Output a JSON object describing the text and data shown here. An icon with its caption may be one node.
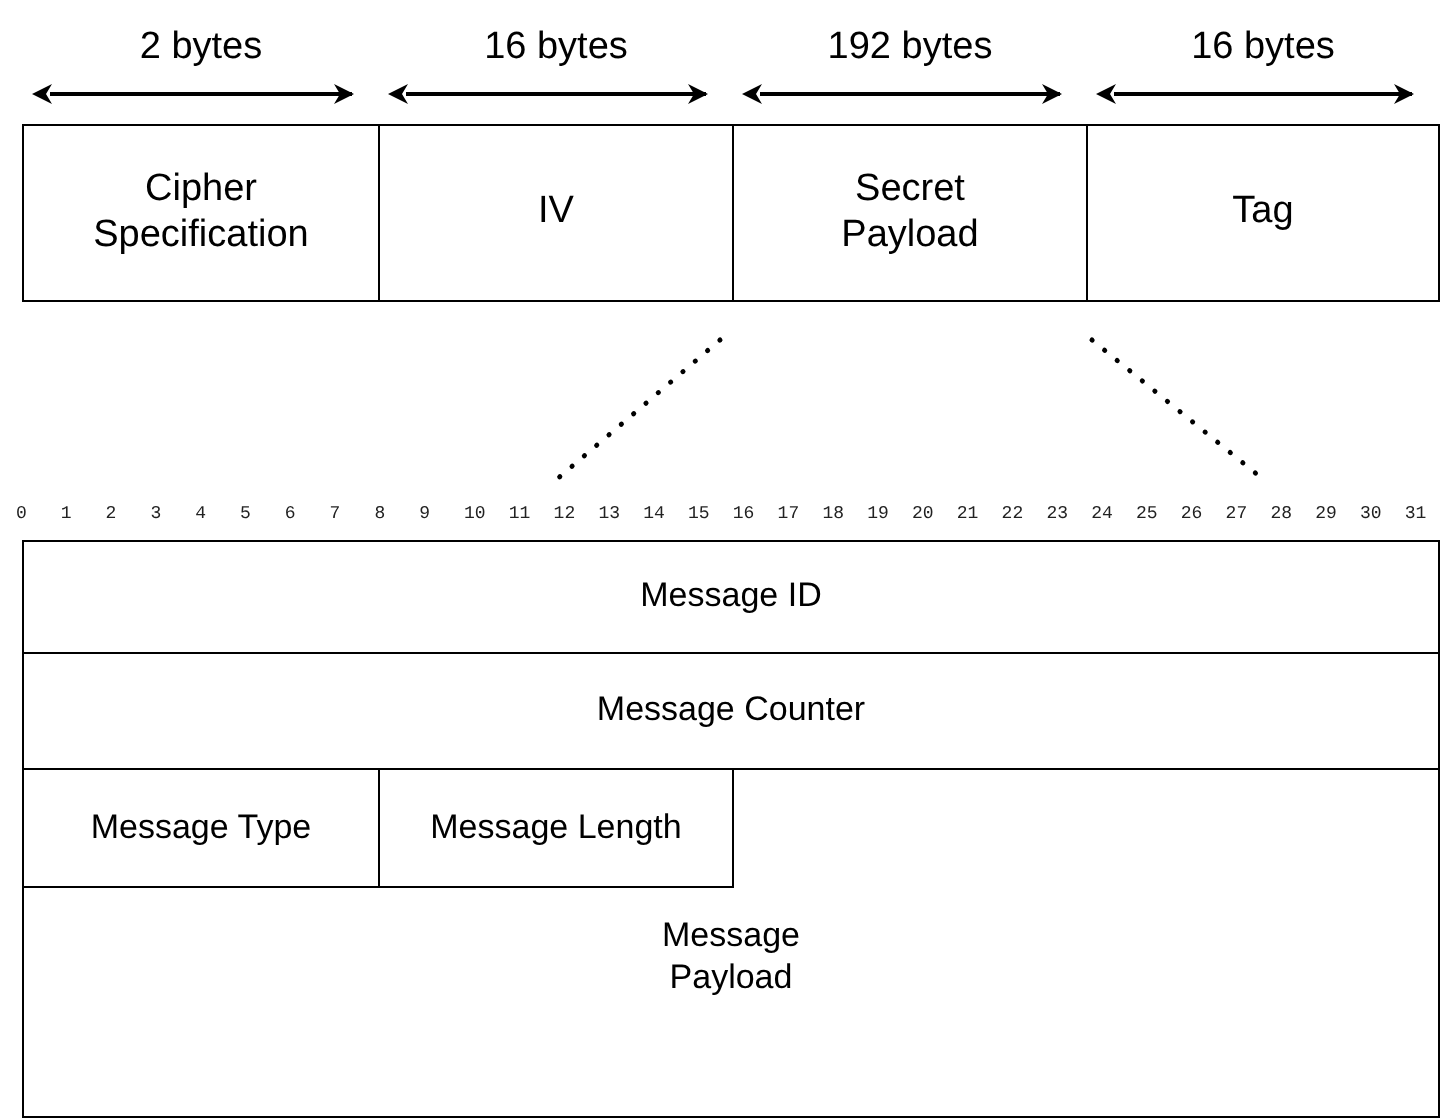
{
  "diagram": {
    "nodes": [
      {
        "text": [
          "Cipher Specification"
        ]
      },
      {
        "text": [
          "IV"
        ]
      },
      {
        "text": [
          "Secret Payload"
        ]
      },
      {
        "text": [
          "Tag"
        ]
      },
      {
        "text": [
          "Message ID"
        ]
      },
      {
        "text": [
          "Message Counter"
        ]
      },
      {
        "text": [
          "Message Payload"
        ]
      },
      {
        "text": [
          "Message Type"
        ],
        "in": 6
      },
      {
        "text": [
          "Message Length"
        ],
        "in": 6
      }
    ],
    "labels": [
      "2 bytes",
      "16 bytes",
      "192 bytes",
      "16 bytes",
      "0",
      "1",
      "2",
      "3",
      "4",
      "5",
      "6",
      "7",
      "8",
      "9",
      "10",
      "11",
      "12",
      "13",
      "14",
      "15",
      "16",
      "17",
      "18",
      "19",
      "20",
      "21",
      "22",
      "23",
      "24",
      "25",
      "26",
      "27",
      "28",
      "29",
      "30",
      "31"
    ]
  }
}
